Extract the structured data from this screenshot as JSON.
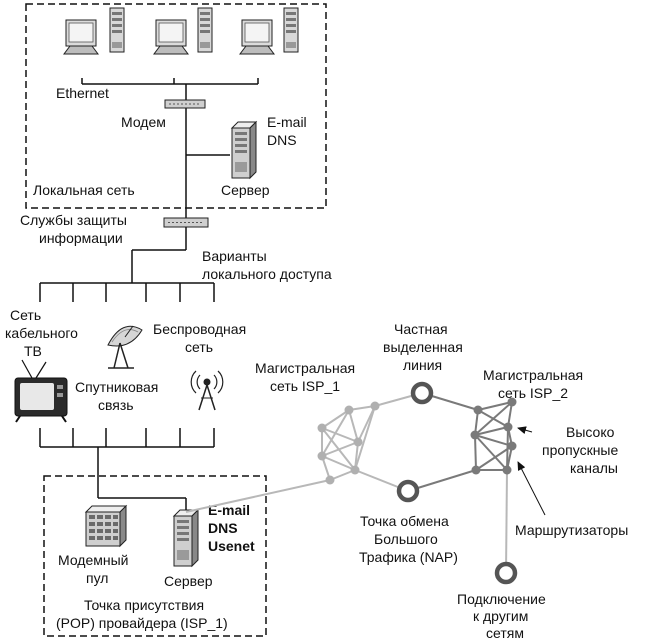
{
  "colors": {
    "line": "#111111",
    "isp_line": "#b8b8b8",
    "isp_node": "#b0b0b0",
    "isp2_line": "#7a7a7a",
    "isp2_node": "#7a7a7a",
    "hub": "#555555",
    "dashed_frame": "#111111"
  },
  "lan": {
    "ethernet_label": "Ethernet",
    "modem_label": "Модем",
    "services_line1": "E-mail",
    "services_line2": "DNS",
    "server_label": "Сервер",
    "lan_label": "Локальная сеть"
  },
  "security": {
    "line1": "Службы защиты",
    "line2": "информации"
  },
  "access": {
    "line1": "Варианты",
    "line2": "локального доступа",
    "cable_line1": "Сеть",
    "cable_line2": "кабельного",
    "cable_line3": "ТВ",
    "satellite_line1": "Спутниковая",
    "satellite_line2": "связь",
    "wireless_line1": "Беспроводная",
    "wireless_line2": "сеть"
  },
  "pop": {
    "modem_pool_line1": "Модемный",
    "modem_pool_line2": "пул",
    "services_line1": "E-mail",
    "services_line2": "DNS",
    "services_line3": "Usenet",
    "server_label": "Сервер",
    "title_line1": "Точка присутствия",
    "title_line2": "(POP) провайдера (ISP_1)"
  },
  "backbone": {
    "private_line1": "Частная",
    "private_line2": "выделенная",
    "private_line3": "линия",
    "isp1_line1": "Магистральная",
    "isp1_line2": "сеть ISP_1",
    "isp2_line1": "Магистральная",
    "isp2_line2": "сеть ISP_2",
    "high_line1": "Высоко",
    "high_line2": "пропускные",
    "high_line3": "каналы",
    "nap_line1": "Точка обмена",
    "nap_line2": "Большого",
    "nap_line3": "Трафика (NAP)",
    "routers_label": "Маршрутизаторы",
    "other_line1": "Подключение",
    "other_line2": "к другим",
    "other_line3": "сетям"
  }
}
